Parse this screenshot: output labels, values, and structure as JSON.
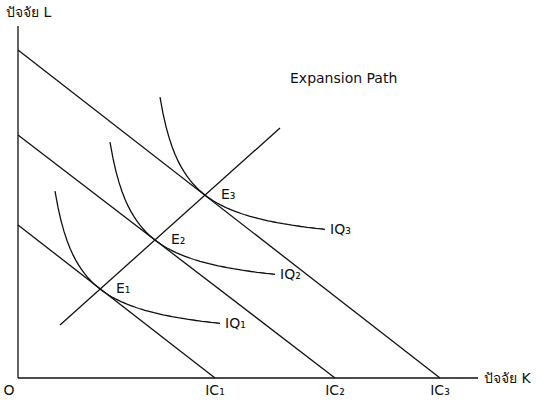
{
  "diagram": {
    "labels": [
      "ปัจจัย L",
      "Expansion Path",
      "E₃",
      "IQ₃",
      "E₂",
      "IQ₂",
      "E₁",
      "IQ₁",
      "O",
      "IC₁",
      "IC₂",
      "IC₃",
      "ปัจจัย K"
    ]
  }
}
